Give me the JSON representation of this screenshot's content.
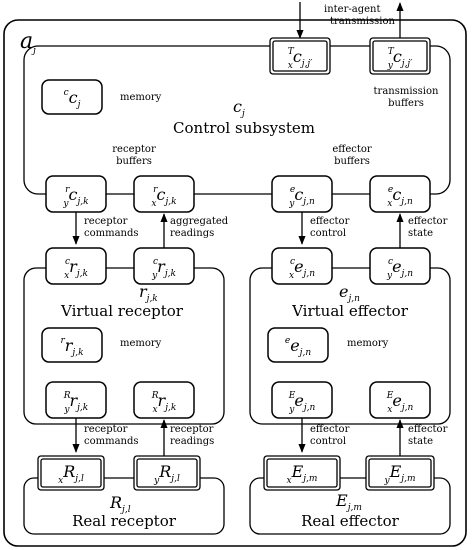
{
  "agent_label": "a",
  "agent_sub": "j",
  "top_note": [
    "inter-agent",
    "transmission"
  ],
  "control": {
    "title": "Control subsystem",
    "symbol": "c",
    "symbol_sub": "j",
    "memory_label": "memory",
    "transmission_note": [
      "transmission",
      "buffers"
    ],
    "receptor_note": [
      "receptor",
      "buffers"
    ],
    "effector_note": [
      "effector",
      "buffers"
    ]
  },
  "arrow_notes": {
    "receptor_commands_top": [
      "receptor",
      "commands"
    ],
    "aggregated_readings": [
      "aggregated",
      "readings"
    ],
    "effector_control_top": [
      "effector",
      "control"
    ],
    "effector_state_top": [
      "effector",
      "state"
    ],
    "receptor_commands_bottom": [
      "receptor",
      "commands"
    ],
    "receptor_readings": [
      "receptor",
      "readings"
    ],
    "effector_control_bottom": [
      "effector",
      "control"
    ],
    "effector_state_bottom": [
      "effector",
      "state"
    ]
  },
  "virtual_receptor": {
    "title": "Virtual receptor",
    "symbol": "r",
    "symbol_sub": "j,k",
    "memory_label": "memory"
  },
  "virtual_effector": {
    "title": "Virtual effector",
    "symbol": "e",
    "symbol_sub": "j,n",
    "memory_label": "memory"
  },
  "real_receptor": {
    "title": "Real receptor",
    "symbol": "R",
    "symbol_sub": "j,l"
  },
  "real_effector": {
    "title": "Real effector",
    "symbol": "E",
    "symbol_sub": "j,m"
  },
  "buffers": [
    {
      "id": "tx-in",
      "sup": "T",
      "pre": "x",
      "base": "c",
      "sub": "j,j′"
    },
    {
      "id": "tx-out",
      "sup": "T",
      "pre": "y",
      "base": "c",
      "sub": "j,j′"
    },
    {
      "id": "mem-c",
      "sup": "c",
      "pre": "",
      "base": "c",
      "sub": "j"
    },
    {
      "id": "rc-y",
      "sup": "r",
      "pre": "y",
      "base": "c",
      "sub": "j,k"
    },
    {
      "id": "rc-x",
      "sup": "r",
      "pre": "x",
      "base": "c",
      "sub": "j,k"
    },
    {
      "id": "ec-y",
      "sup": "e",
      "pre": "y",
      "base": "c",
      "sub": "j,n"
    },
    {
      "id": "ec-x",
      "sup": "e",
      "pre": "x",
      "base": "c",
      "sub": "j,n"
    },
    {
      "id": "vr-cx",
      "sup": "c",
      "pre": "x",
      "base": "r",
      "sub": "j,k"
    },
    {
      "id": "vr-cy",
      "sup": "c",
      "pre": "y",
      "base": "r",
      "sub": "j,k"
    },
    {
      "id": "ve-cx",
      "sup": "c",
      "pre": "x",
      "base": "e",
      "sub": "j,n"
    },
    {
      "id": "ve-cy",
      "sup": "c",
      "pre": "y",
      "base": "e",
      "sub": "j,n"
    },
    {
      "id": "mem-r",
      "sup": "r",
      "pre": "",
      "base": "r",
      "sub": "j,k"
    },
    {
      "id": "mem-e",
      "sup": "e",
      "pre": "",
      "base": "e",
      "sub": "j,n"
    },
    {
      "id": "vr-Ry",
      "sup": "R",
      "pre": "y",
      "base": "r",
      "sub": "j,k"
    },
    {
      "id": "vr-Rx",
      "sup": "R",
      "pre": "x",
      "base": "r",
      "sub": "j,k"
    },
    {
      "id": "ve-Ey",
      "sup": "E",
      "pre": "y",
      "base": "e",
      "sub": "j,n"
    },
    {
      "id": "ve-Ex",
      "sup": "E",
      "pre": "x",
      "base": "e",
      "sub": "j,n"
    },
    {
      "id": "rr-x",
      "sup": "",
      "pre": "x",
      "base": "R",
      "sub": "j,l"
    },
    {
      "id": "rr-y",
      "sup": "",
      "pre": "y",
      "base": "R",
      "sub": "j,l"
    },
    {
      "id": "re-x",
      "sup": "",
      "pre": "x",
      "base": "E",
      "sub": "j,m"
    },
    {
      "id": "re-y",
      "sup": "",
      "pre": "y",
      "base": "E",
      "sub": "j,m"
    }
  ]
}
